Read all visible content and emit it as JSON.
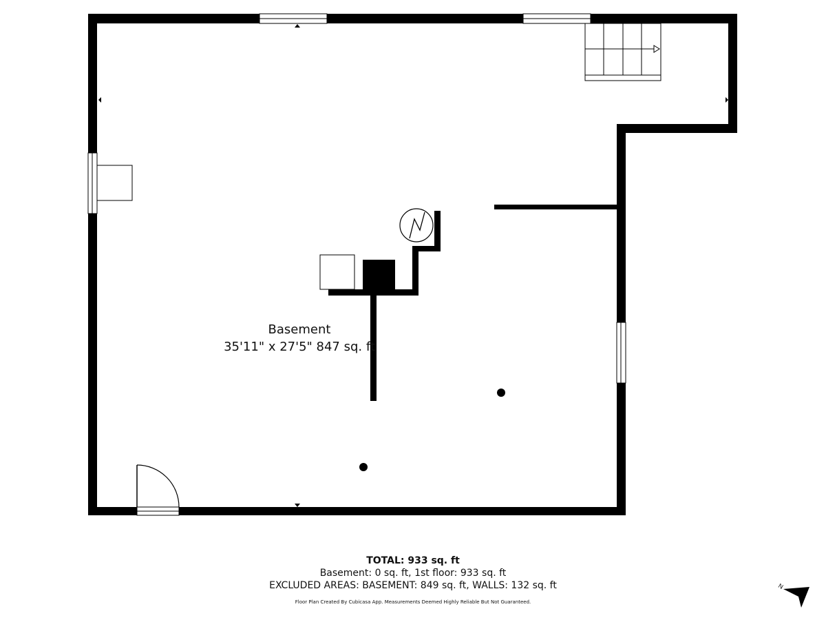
{
  "plan": {
    "room": {
      "name": "Basement",
      "dimensions": "35'11\" x 27'5\" 847 sq. ft"
    },
    "compass": {
      "north_label": "N"
    },
    "colors": {
      "wall": "#000000",
      "background": "#ffffff",
      "text": "#111111"
    }
  },
  "footer": {
    "total": "TOTAL: 933 sq. ft",
    "breakdown": "Basement: 0 sq. ft, 1st floor: 933 sq. ft",
    "excluded": "EXCLUDED AREAS: BASEMENT: 849 sq. ft, WALLS: 132 sq. ft",
    "disclaimer": "Floor Plan Created By Cubicasa App. Measurements Deemed Highly Reliable But Not Guaranteed."
  }
}
